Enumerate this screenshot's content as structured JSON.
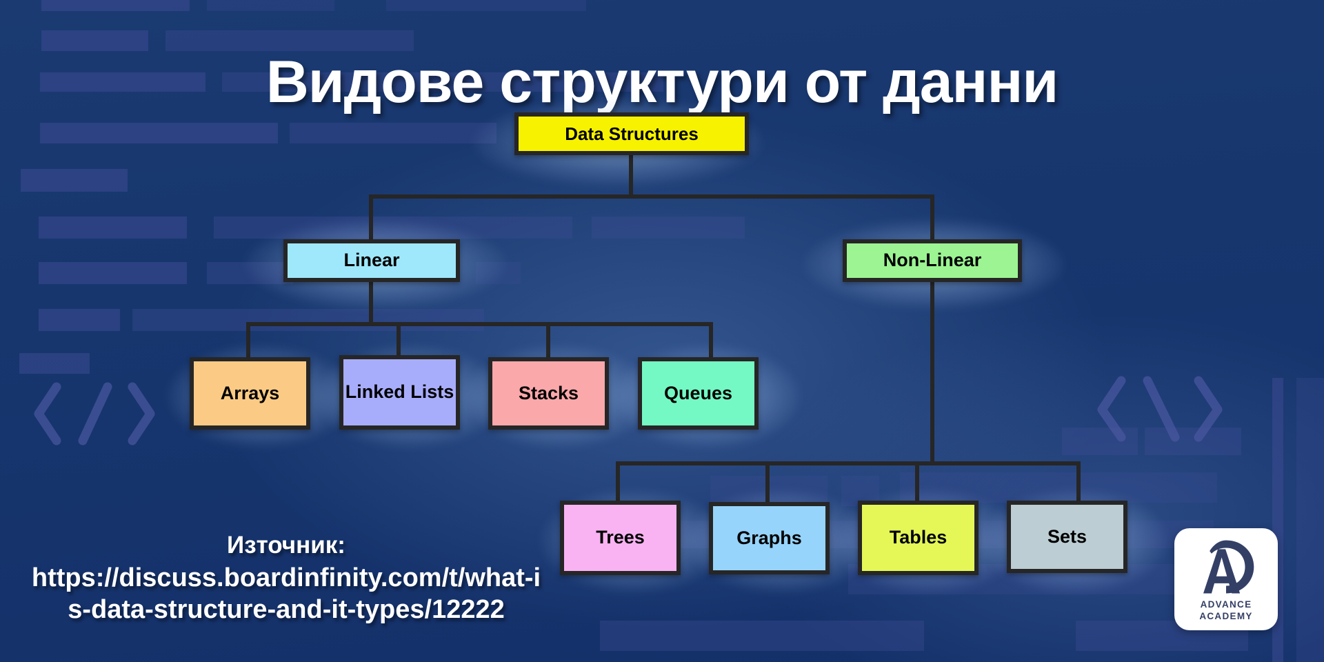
{
  "slide": {
    "title": "Видове структури от данни",
    "background_color": "#14306a",
    "accent_bar_color": "#3d4b91"
  },
  "source": {
    "label": "Източник:",
    "url": "https://discuss.boardinfinity.com/t/what-is-data-structure-and-it-types/12222"
  },
  "logo": {
    "line1": "ADVANCE",
    "line2": "ACADEMY",
    "color": "#343f66"
  },
  "decorations": {
    "left_brackets": "</>",
    "right_brackets": "<\\>"
  },
  "chart_data": {
    "type": "diagram",
    "subtype": "tree",
    "title": "Видове структури от данни",
    "root": "Data Structures",
    "nodes": [
      {
        "id": "data-structures",
        "label": "Data Structures",
        "level": 0,
        "parent": null,
        "color": "#f7f200"
      },
      {
        "id": "linear",
        "label": "Linear",
        "level": 1,
        "parent": "data-structures",
        "color": "#9fe8fb"
      },
      {
        "id": "non-linear",
        "label": "Non-Linear",
        "level": 1,
        "parent": "data-structures",
        "color": "#9cf592"
      },
      {
        "id": "arrays",
        "label": "Arrays",
        "level": 2,
        "parent": "linear",
        "color": "#fbcb85"
      },
      {
        "id": "linked-lists",
        "label": "Linked Lists",
        "level": 2,
        "parent": "linear",
        "color": "#a8adfb"
      },
      {
        "id": "stacks",
        "label": "Stacks",
        "level": 2,
        "parent": "linear",
        "color": "#fba8ab"
      },
      {
        "id": "queues",
        "label": "Queues",
        "level": 2,
        "parent": "linear",
        "color": "#74f9c4"
      },
      {
        "id": "trees",
        "label": "Trees",
        "level": 2,
        "parent": "non-linear",
        "color": "#f9b3f2"
      },
      {
        "id": "graphs",
        "label": "Graphs",
        "level": 2,
        "parent": "non-linear",
        "color": "#96d4fb"
      },
      {
        "id": "tables",
        "label": "Tables",
        "level": 2,
        "parent": "non-linear",
        "color": "#e4f757"
      },
      {
        "id": "sets",
        "label": "Sets",
        "level": 2,
        "parent": "non-linear",
        "color": "#bccdd3"
      }
    ],
    "edges": [
      [
        "data-structures",
        "linear"
      ],
      [
        "data-structures",
        "non-linear"
      ],
      [
        "linear",
        "arrays"
      ],
      [
        "linear",
        "linked-lists"
      ],
      [
        "linear",
        "stacks"
      ],
      [
        "linear",
        "queues"
      ],
      [
        "non-linear",
        "trees"
      ],
      [
        "non-linear",
        "graphs"
      ],
      [
        "non-linear",
        "tables"
      ],
      [
        "non-linear",
        "sets"
      ]
    ],
    "edge_color": "#262626",
    "border_color": "#262626"
  }
}
